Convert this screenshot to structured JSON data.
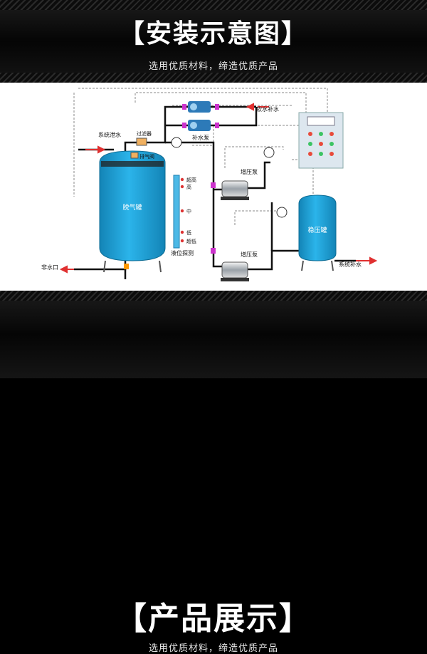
{
  "header": {
    "title": "【安装示意图】",
    "subtitle": "选用优质材料，缔造优质产品"
  },
  "footer": {
    "title": "【产品展示】",
    "subtitle": "选用优质材料，缔造优质产品"
  },
  "diagram": {
    "labels": {
      "soft_water": "软水补水",
      "makeup_pump": "补水泵",
      "system_drain": "系统泄水",
      "filter": "过滤器",
      "exhaust_valve": "排气阀",
      "deaerator": "脱气罐",
      "level_high_high": "超高",
      "level_high": "高",
      "level_mid": "中",
      "level_low": "低",
      "level_low_low": "超低",
      "level_probe": "液位探测",
      "booster_pump_1": "增压泵",
      "booster_pump_2": "增压泵",
      "stabilizer_tank": "稳压罐",
      "drain_outlet": "非水口",
      "system_makeup": "系统补水"
    },
    "colors": {
      "tank": "#1fa6dd",
      "tank_dark": "#1384b6",
      "pipe": "#111111",
      "control_line": "#888888",
      "valve": "#cc33cc",
      "arrow": "#e03030",
      "panel": "#dde7ef",
      "led_green": "#3cc463",
      "led_red": "#e84b3b"
    }
  }
}
